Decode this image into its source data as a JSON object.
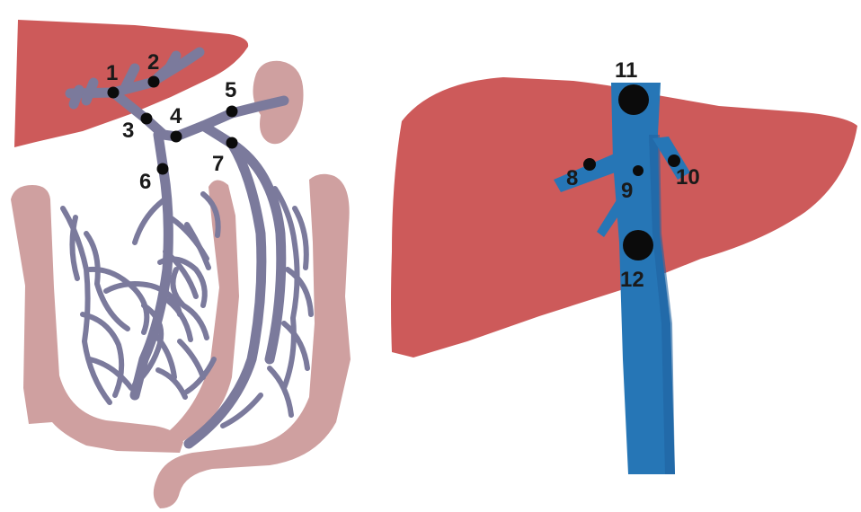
{
  "labels": {
    "l1": "1",
    "l2": "2",
    "l3": "3",
    "l4": "4",
    "l5": "5",
    "l6": "6",
    "l7": "7",
    "l8": "8",
    "l9": "9",
    "l10": "10",
    "l11": "11",
    "l12": "12"
  },
  "colors": {
    "liver": "#cd5a5a",
    "organ_pink": "#cfa0a0",
    "portal_vein": "#7b7a9c",
    "vena_cava": "#2676b6",
    "point": "#0b0b0b",
    "label": "#1a1a1a"
  }
}
